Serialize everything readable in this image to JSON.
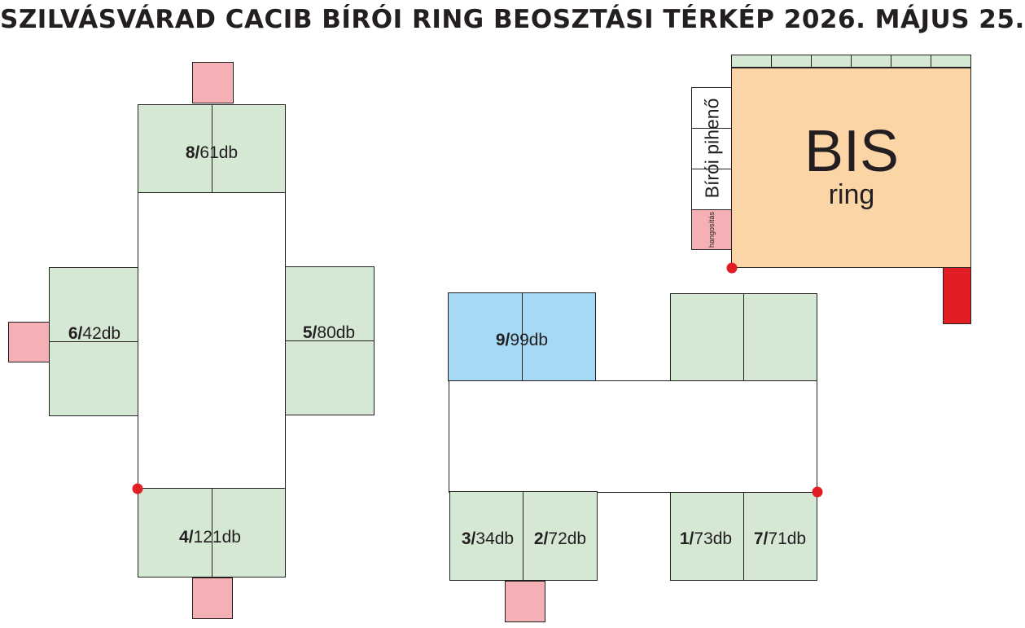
{
  "title": "SZILVÁSVÁRAD CACIB BÍRÓI RING BEOSZTÁSI TÉRKÉP 2026. MÁJUS 25.",
  "rings": {
    "r8": {
      "num": "8/",
      "count": "61db"
    },
    "r6": {
      "num": "6/",
      "count": "42db"
    },
    "r5": {
      "num": "5/",
      "count": "80db"
    },
    "r4": {
      "num": "4/",
      "count": "121db"
    },
    "r9": {
      "num": "9/",
      "count": "99db"
    },
    "r3": {
      "num": "3/",
      "count": "34db"
    },
    "r2": {
      "num": "2/",
      "count": "72db"
    },
    "r1": {
      "num": "1/",
      "count": "73db"
    },
    "r7": {
      "num": "7/",
      "count": "71db"
    }
  },
  "bis": {
    "main": "BIS",
    "sub": "ring"
  },
  "judges_rest": "Bírói pihenő",
  "sound": "hangosítás",
  "colors": {
    "ring_green": "#d5e8d4",
    "ring_blue": "#a6d9f5",
    "pink_block": "#f4b0b5",
    "bis_peach": "#fbd5a5",
    "red_marker": "#e01e24"
  }
}
